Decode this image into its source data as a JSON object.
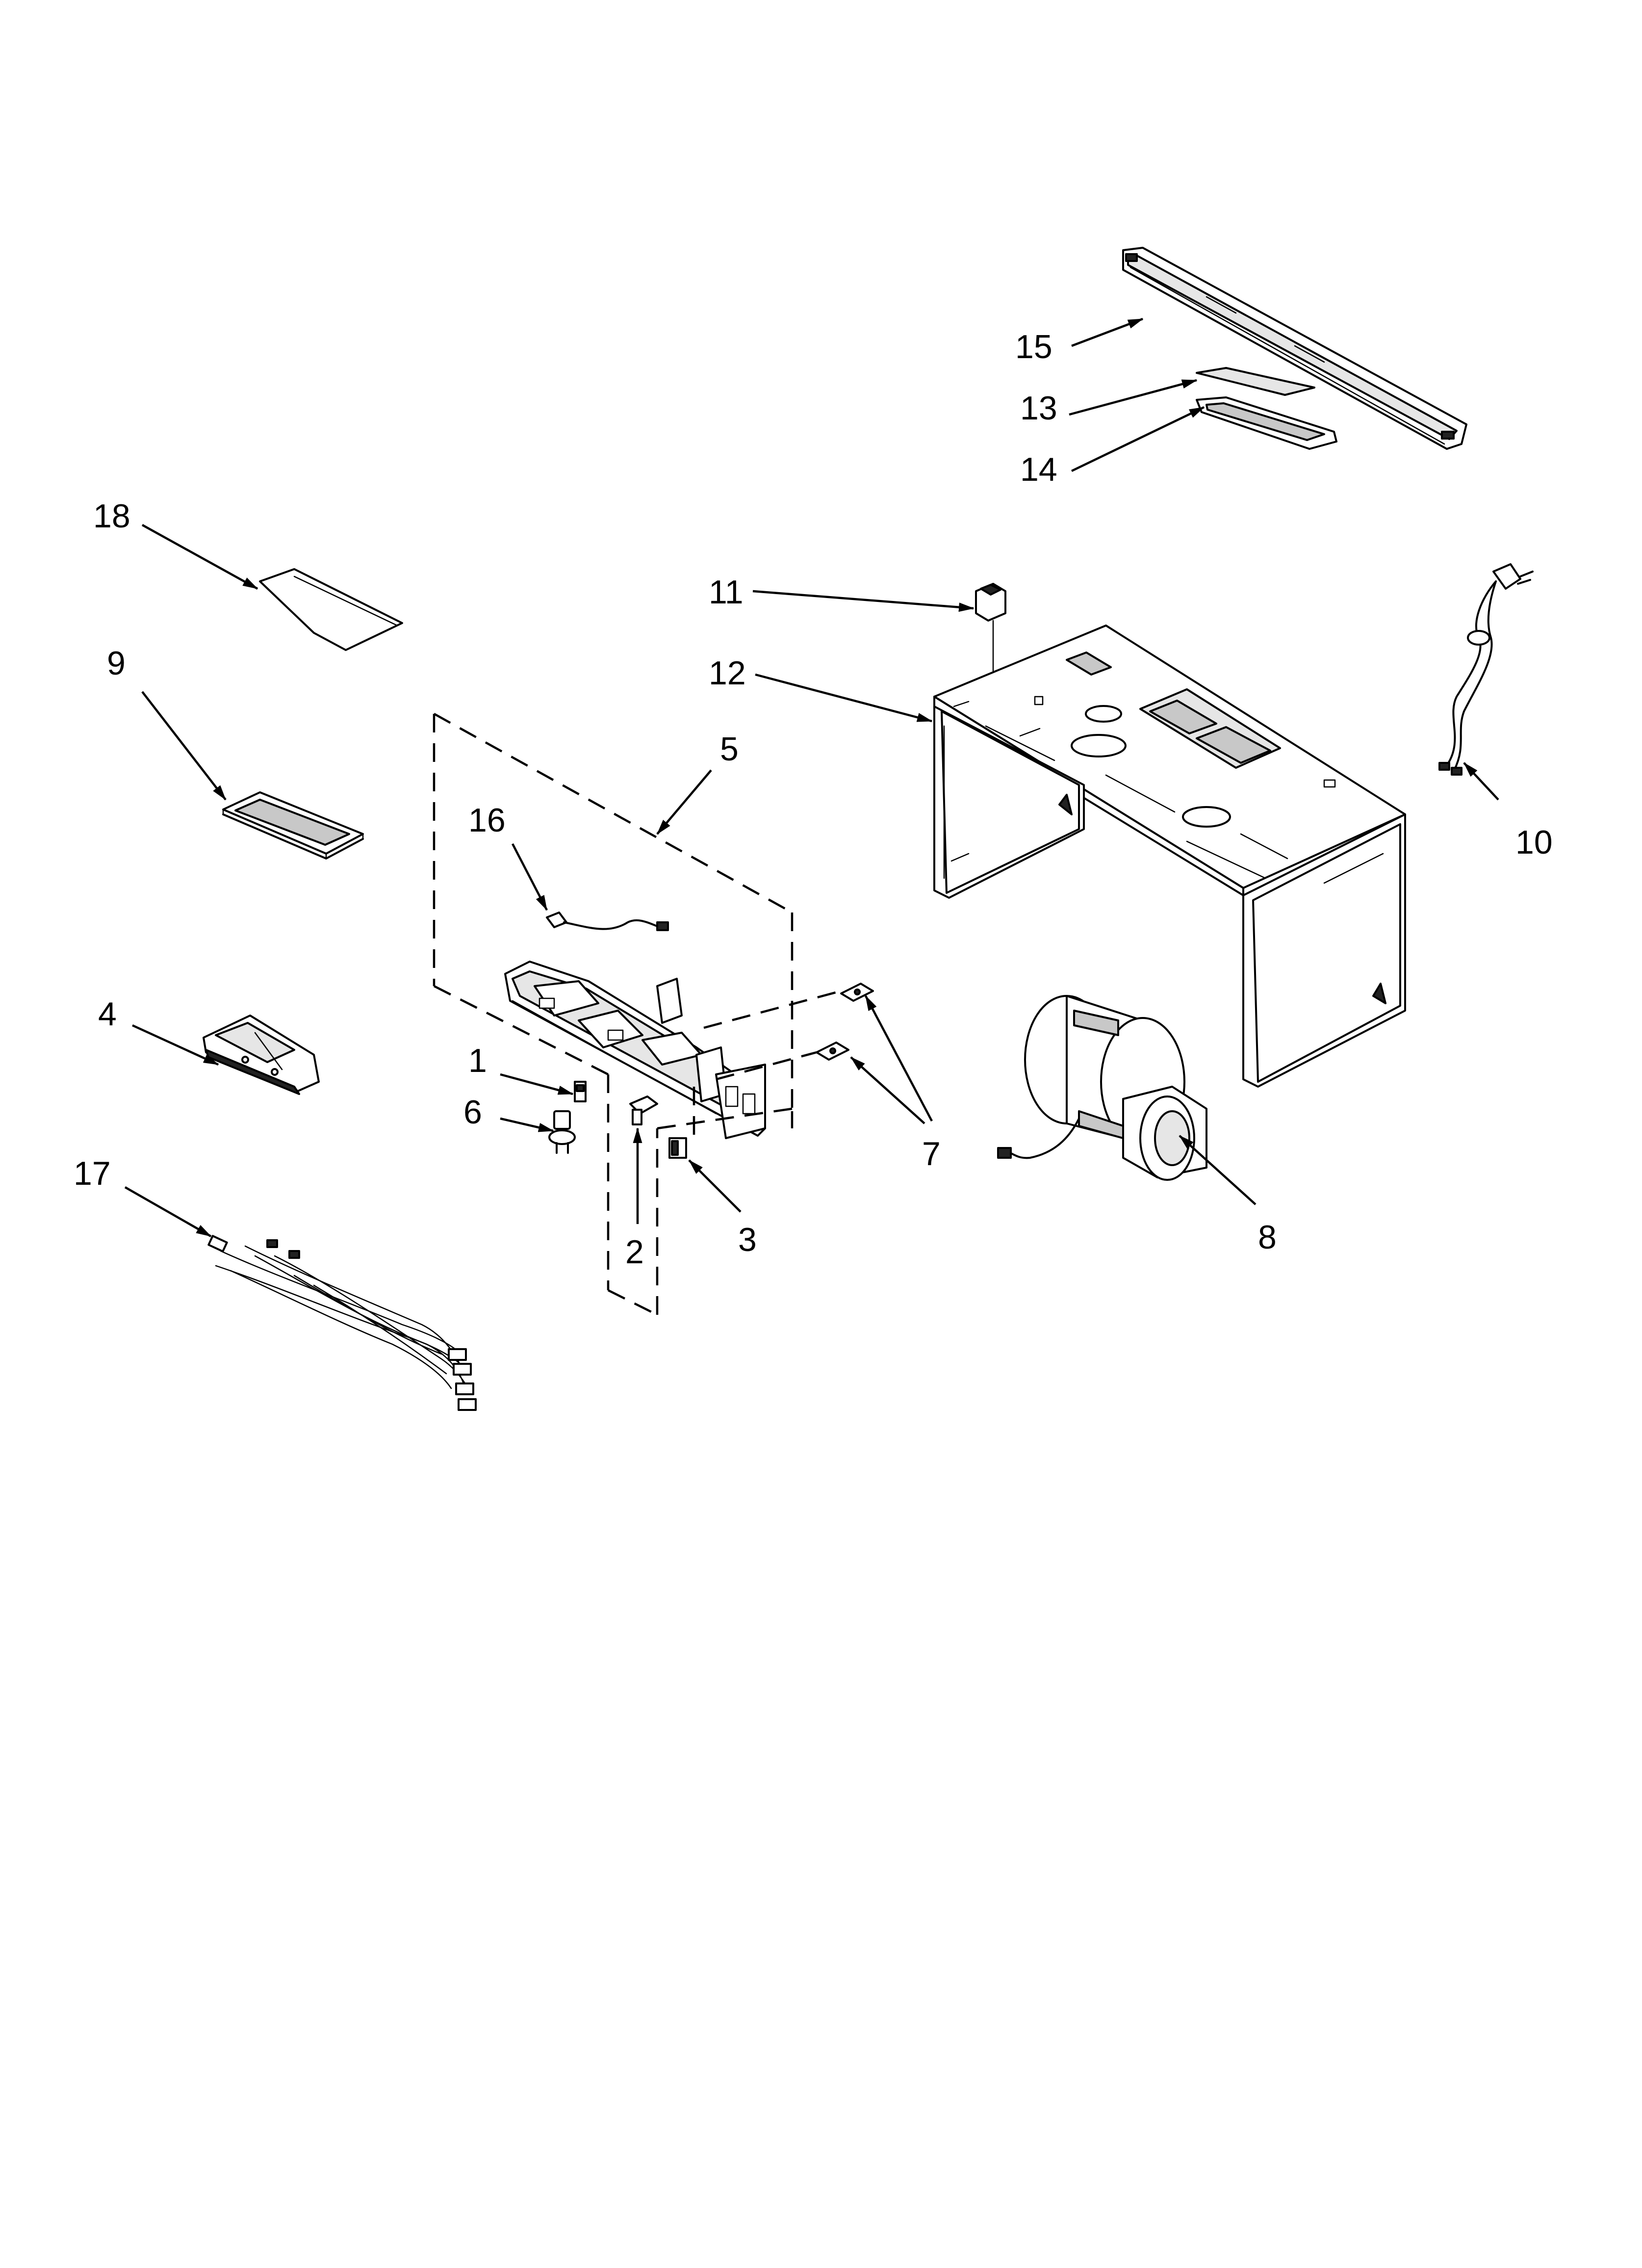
{
  "diagram": {
    "type": "exploded-parts-view",
    "callouts": [
      {
        "id": "c1",
        "label": "1"
      },
      {
        "id": "c2",
        "label": "2"
      },
      {
        "id": "c3",
        "label": "3"
      },
      {
        "id": "c4",
        "label": "4"
      },
      {
        "id": "c5",
        "label": "5"
      },
      {
        "id": "c6",
        "label": "6"
      },
      {
        "id": "c7",
        "label": "7"
      },
      {
        "id": "c8",
        "label": "8"
      },
      {
        "id": "c9",
        "label": "9"
      },
      {
        "id": "c10",
        "label": "10"
      },
      {
        "id": "c11",
        "label": "11"
      },
      {
        "id": "c12",
        "label": "12"
      },
      {
        "id": "c13",
        "label": "13"
      },
      {
        "id": "c14",
        "label": "14"
      },
      {
        "id": "c15",
        "label": "15"
      },
      {
        "id": "c16",
        "label": "16"
      },
      {
        "id": "c17",
        "label": "17"
      },
      {
        "id": "c18",
        "label": "18"
      }
    ]
  }
}
